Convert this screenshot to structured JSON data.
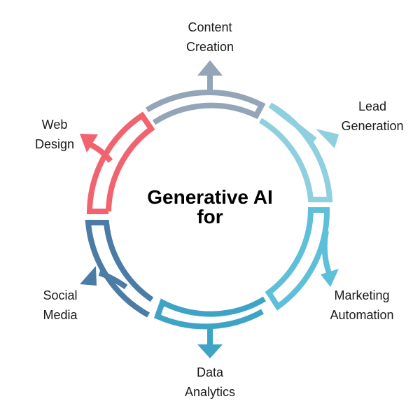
{
  "center": {
    "title_line1": "Generative AI",
    "title_line2": "for"
  },
  "segments": [
    {
      "id": "content",
      "line1": "Content",
      "line2": "Creation",
      "color": "#95a5b8"
    },
    {
      "id": "lead",
      "line1": "Lead",
      "line2": "Generation",
      "color": "#8fd0df"
    },
    {
      "id": "marketing",
      "line1": "Marketing",
      "line2": "Automation",
      "color": "#5dbfd8"
    },
    {
      "id": "data",
      "line1": "Data",
      "line2": "Analytics",
      "color": "#3ea4c6"
    },
    {
      "id": "social",
      "line1": "Social",
      "line2": "Media",
      "color": "#4a7ca6"
    },
    {
      "id": "web",
      "line1": "Web",
      "line2": "Design",
      "color": "#f1646f"
    }
  ]
}
